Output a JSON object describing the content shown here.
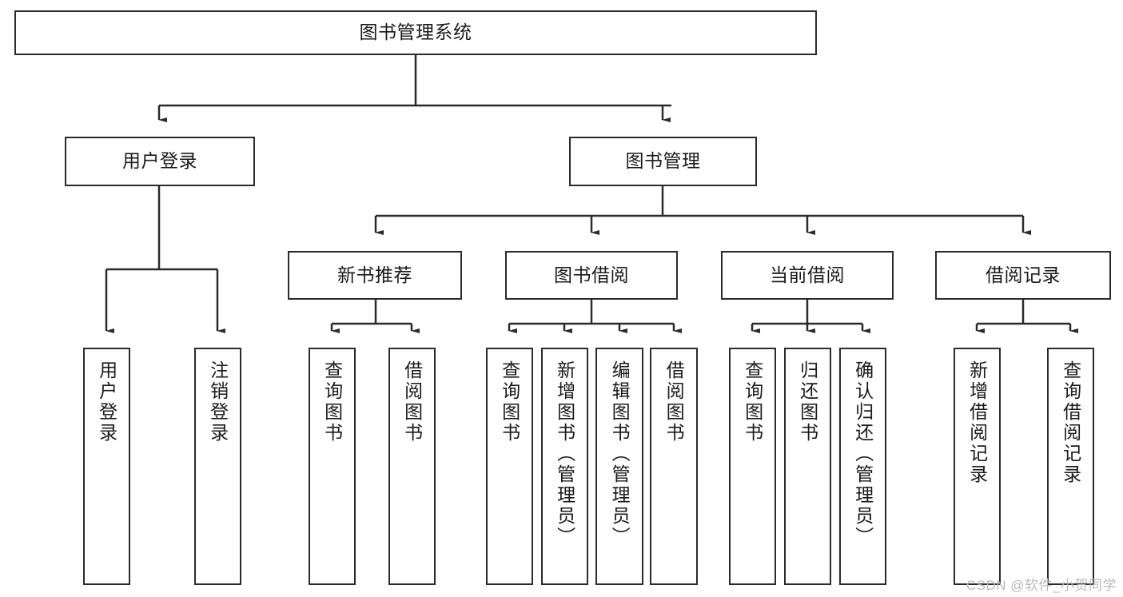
{
  "diagram": {
    "title": "图书管理系统",
    "type": "tree-hierarchy-chart",
    "line_color": "#2b2b2b",
    "box_fill": "#ffffff",
    "text_color": "#1a1a1a",
    "watermark": "CSDN @软件_小贺同学"
  },
  "nodes": {
    "root": {
      "label": "图书管理系统"
    },
    "level2": [
      {
        "label": "用户登录"
      },
      {
        "label": "图书管理"
      }
    ],
    "level3": [
      {
        "label": "新书推荐"
      },
      {
        "label": "图书借阅"
      },
      {
        "label": "当前借阅"
      },
      {
        "label": "借阅记录"
      }
    ],
    "leaves": {
      "user_login": [
        {
          "label": "用户登录"
        },
        {
          "label": "注销登录"
        }
      ],
      "new_book_recommend": [
        {
          "label": "查询图书"
        },
        {
          "label": "借阅图书"
        }
      ],
      "book_borrow": [
        {
          "label": "查询图书"
        },
        {
          "label": "新增图书（管理员）"
        },
        {
          "label": "编辑图书（管理员）"
        },
        {
          "label": "借阅图书"
        }
      ],
      "current_borrow": [
        {
          "label": "查询图书"
        },
        {
          "label": "归还图书"
        },
        {
          "label": "确认归还（管理员）"
        }
      ],
      "borrow_record": [
        {
          "label": "新增借阅记录"
        },
        {
          "label": "查询借阅记录"
        }
      ]
    }
  }
}
